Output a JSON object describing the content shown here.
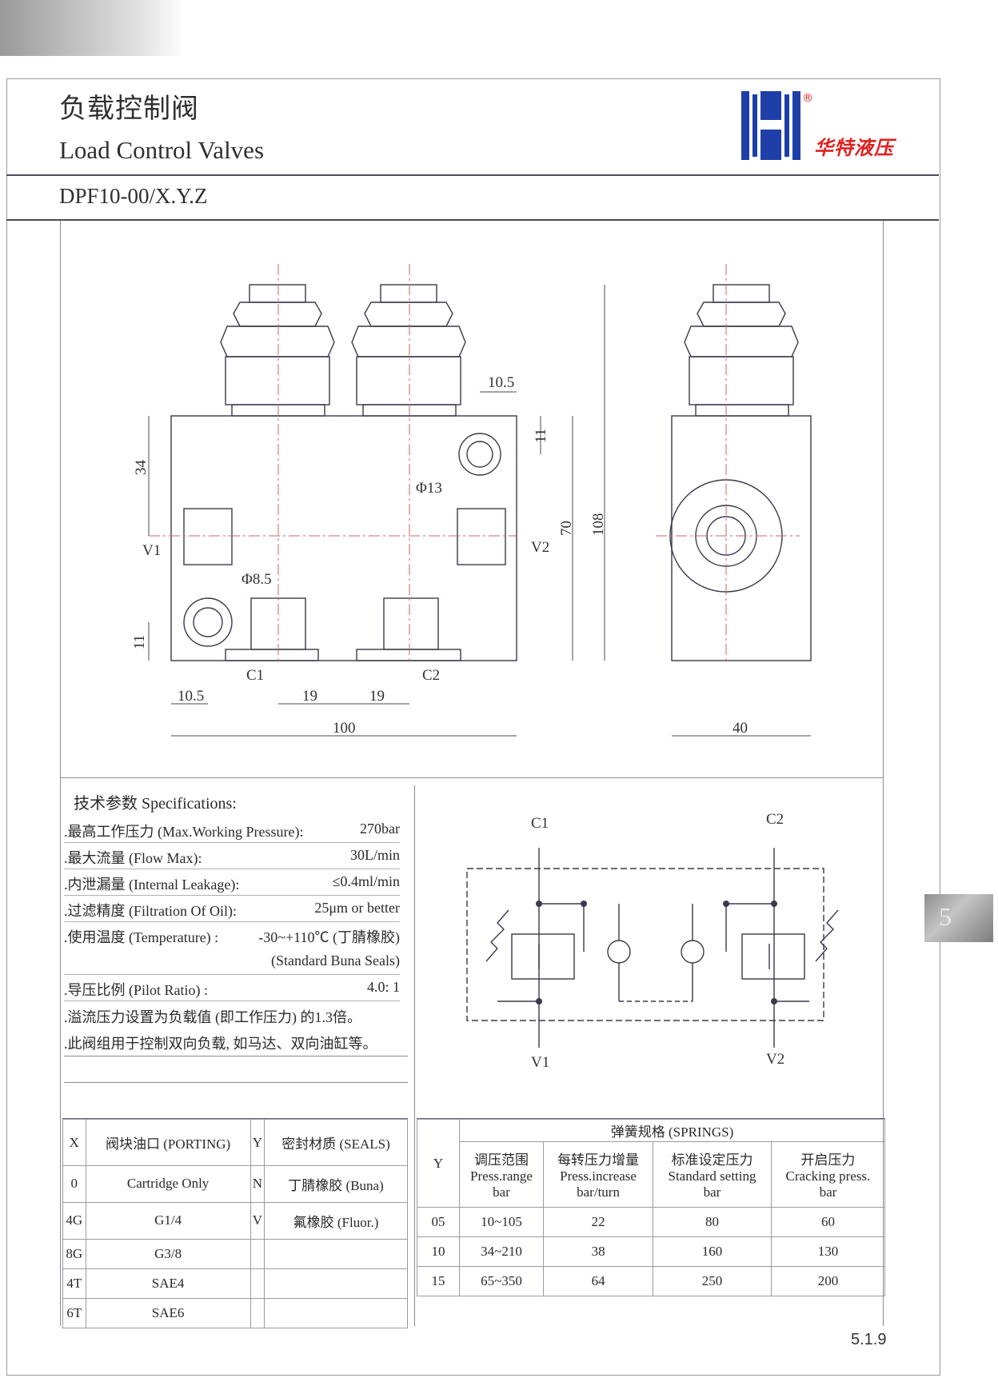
{
  "header": {
    "title_cn": "负载控制阀",
    "title_en": "Load Control Valves",
    "model": "DPF10-00/X.Y.Z",
    "brand": "华特液压",
    "reg_mark": "®"
  },
  "side_tab": "5",
  "drawing": {
    "dims": {
      "d_10_5_top": "10.5",
      "d_11_top": "11",
      "d_34": "34",
      "d_70": "70",
      "d_108": "108",
      "d_11_bottom": "11",
      "d_10_5_bottom": "10.5",
      "d_19_a": "19",
      "d_19_b": "19",
      "d_100": "100",
      "d_40": "40",
      "phi13": "Φ13",
      "phi8_5": "Φ8.5"
    },
    "ports": {
      "v1": "V1",
      "v2": "V2",
      "c1": "C1",
      "c2": "C2"
    }
  },
  "schematic": {
    "c1": "C1",
    "c2": "C2",
    "v1": "V1",
    "v2": "V2"
  },
  "specs": {
    "title": "技术参数 Specifications:",
    "rows": [
      {
        "label": ".最高工作压力 (Max.Working Pressure):",
        "value": "270bar"
      },
      {
        "label": ".最大流量 (Flow Max):",
        "value": "30L/min"
      },
      {
        "label": ".内泄漏量 (Internal Leakage):",
        "value": "≤0.4ml/min"
      },
      {
        "label": ".过滤精度 (Filtration Of Oil):",
        "value": "25μm or better"
      },
      {
        "label": ".使用温度 (Temperature) :",
        "value": "-30~+110℃ (丁腈橡胶)"
      }
    ],
    "temp_note": "(Standard Buna Seals)",
    "pilot_label": ".导压比例 (Pilot Ratio) :",
    "pilot_value": "4.0: 1",
    "note1": ".溢流压力设置为负载值 (即工作压力) 的1.3倍。",
    "note2": ".此阀组用于控制双向负载, 如马达、双向油缸等。"
  },
  "porting_table": {
    "headers": [
      "X",
      "阀块油口 (PORTING)",
      "Y",
      "密封材质 (SEALS)"
    ],
    "rows": [
      [
        "0",
        "Cartridge Only",
        "N",
        "丁腈橡胶 (Buna)"
      ],
      [
        "4G",
        "G1/4",
        "V",
        "氟橡胶 (Fluor.)"
      ],
      [
        "8G",
        "G3/8",
        "",
        ""
      ],
      [
        "4T",
        "SAE4",
        "",
        ""
      ],
      [
        "6T",
        "SAE6",
        "",
        ""
      ]
    ]
  },
  "springs_table": {
    "title": "弹簧规格 (SPRINGS)",
    "y_header": "Y",
    "col_headers": [
      {
        "cn": "调压范围",
        "en": "Press.range",
        "unit": "bar"
      },
      {
        "cn": "每转压力增量",
        "en": "Press.increase",
        "unit": "bar/turn"
      },
      {
        "cn": "标准设定压力",
        "en": "Standard setting",
        "unit": "bar"
      },
      {
        "cn": "开启压力",
        "en": "Cracking press.",
        "unit": "bar"
      }
    ],
    "rows": [
      [
        "05",
        "10~105",
        "22",
        "80",
        "60"
      ],
      [
        "10",
        "34~210",
        "38",
        "160",
        "130"
      ],
      [
        "15",
        "65~350",
        "64",
        "250",
        "200"
      ]
    ]
  },
  "page_number": "5.1.9"
}
